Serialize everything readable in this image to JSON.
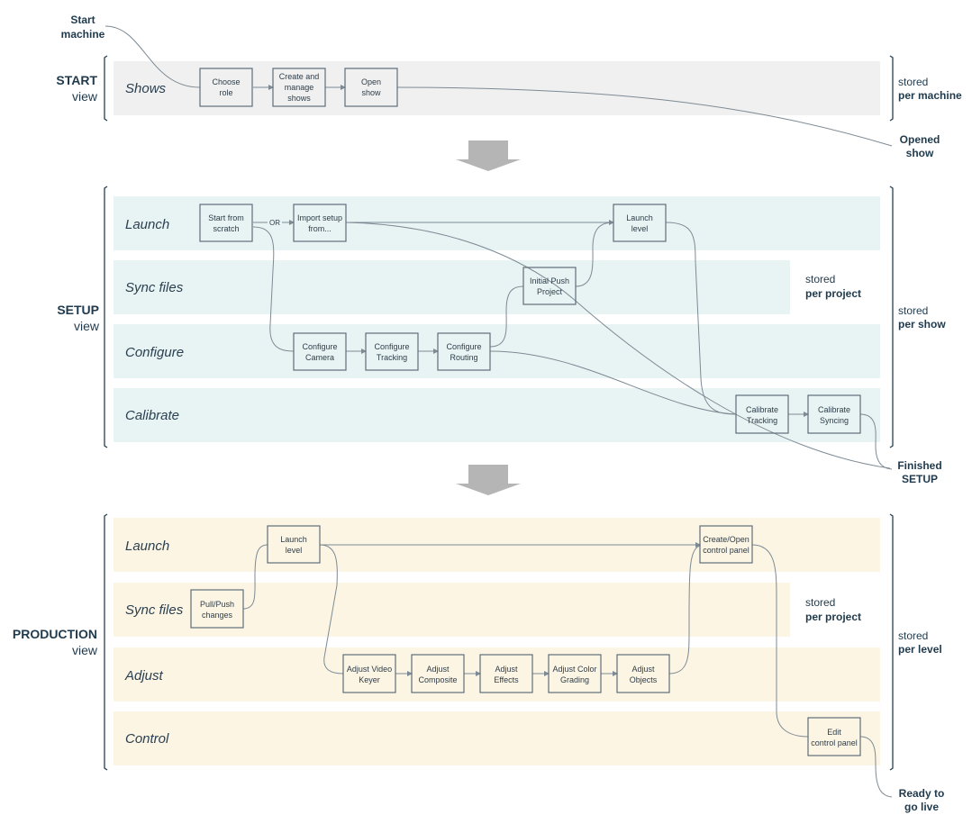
{
  "endpoints": {
    "start": [
      "Start",
      "machine"
    ],
    "opened": [
      "Opened",
      "show"
    ],
    "finished": [
      "Finished",
      "SETUP"
    ],
    "ready": [
      "Ready to",
      "go live"
    ]
  },
  "sections": {
    "start": {
      "bold": "START",
      "light": "view"
    },
    "setup": {
      "bold": "SETUP",
      "light": "view"
    },
    "production": {
      "bold": "PRODUCTION",
      "light": "view"
    }
  },
  "storage": {
    "machine": [
      "stored",
      "per machine"
    ],
    "show": [
      "stored",
      "per show"
    ],
    "setup_project": [
      "stored",
      "per project"
    ],
    "level": [
      "stored",
      "per level"
    ],
    "production_project": [
      "stored",
      "per project"
    ]
  },
  "lanes": {
    "shows": "Shows",
    "setup_launch": "Launch",
    "setup_sync": "Sync files",
    "setup_configure": "Configure",
    "setup_calibrate": "Calibrate",
    "prod_launch": "Launch",
    "prod_sync": "Sync files",
    "prod_adjust": "Adjust",
    "prod_control": "Control"
  },
  "boxes": {
    "choose_role": [
      "Choose",
      "role"
    ],
    "create_manage": [
      "Create and",
      "manage",
      "shows"
    ],
    "open_show": [
      "Open",
      "show"
    ],
    "start_scratch": [
      "Start from",
      "scratch"
    ],
    "import_setup": [
      "Import setup",
      "from..."
    ],
    "launch_level_setup": [
      "Launch",
      "level"
    ],
    "initial_push": [
      "Initial Push",
      "Project"
    ],
    "config_camera": [
      "Configure",
      "Camera"
    ],
    "config_tracking": [
      "Configure",
      "Tracking"
    ],
    "config_routing": [
      "Configure",
      "Routing"
    ],
    "calib_tracking": [
      "Calibrate",
      "Tracking"
    ],
    "calib_syncing": [
      "Calibrate",
      "Syncing"
    ],
    "launch_level_prod": [
      "Launch",
      "level"
    ],
    "create_open_panel": [
      "Create/Open",
      "control panel"
    ],
    "pull_push": [
      "Pull/Push",
      "changes"
    ],
    "adj_video_keyer": [
      "Adjust Video",
      "Keyer"
    ],
    "adj_composite": [
      "Adjust",
      "Composite"
    ],
    "adj_effects": [
      "Adjust",
      "Effects"
    ],
    "adj_color": [
      "Adjust Color",
      "Grading"
    ],
    "adj_objects": [
      "Adjust",
      "Objects"
    ],
    "edit_panel": [
      "Edit",
      "control panel"
    ]
  },
  "or_label": "OR",
  "colors": {
    "start_lane": "#f0f0f0",
    "setup_lane": "#e8f4f4",
    "production_lane": "#fcf5e4",
    "transition_arrow": "#b5b5b5",
    "text": "#1f3a4d"
  }
}
